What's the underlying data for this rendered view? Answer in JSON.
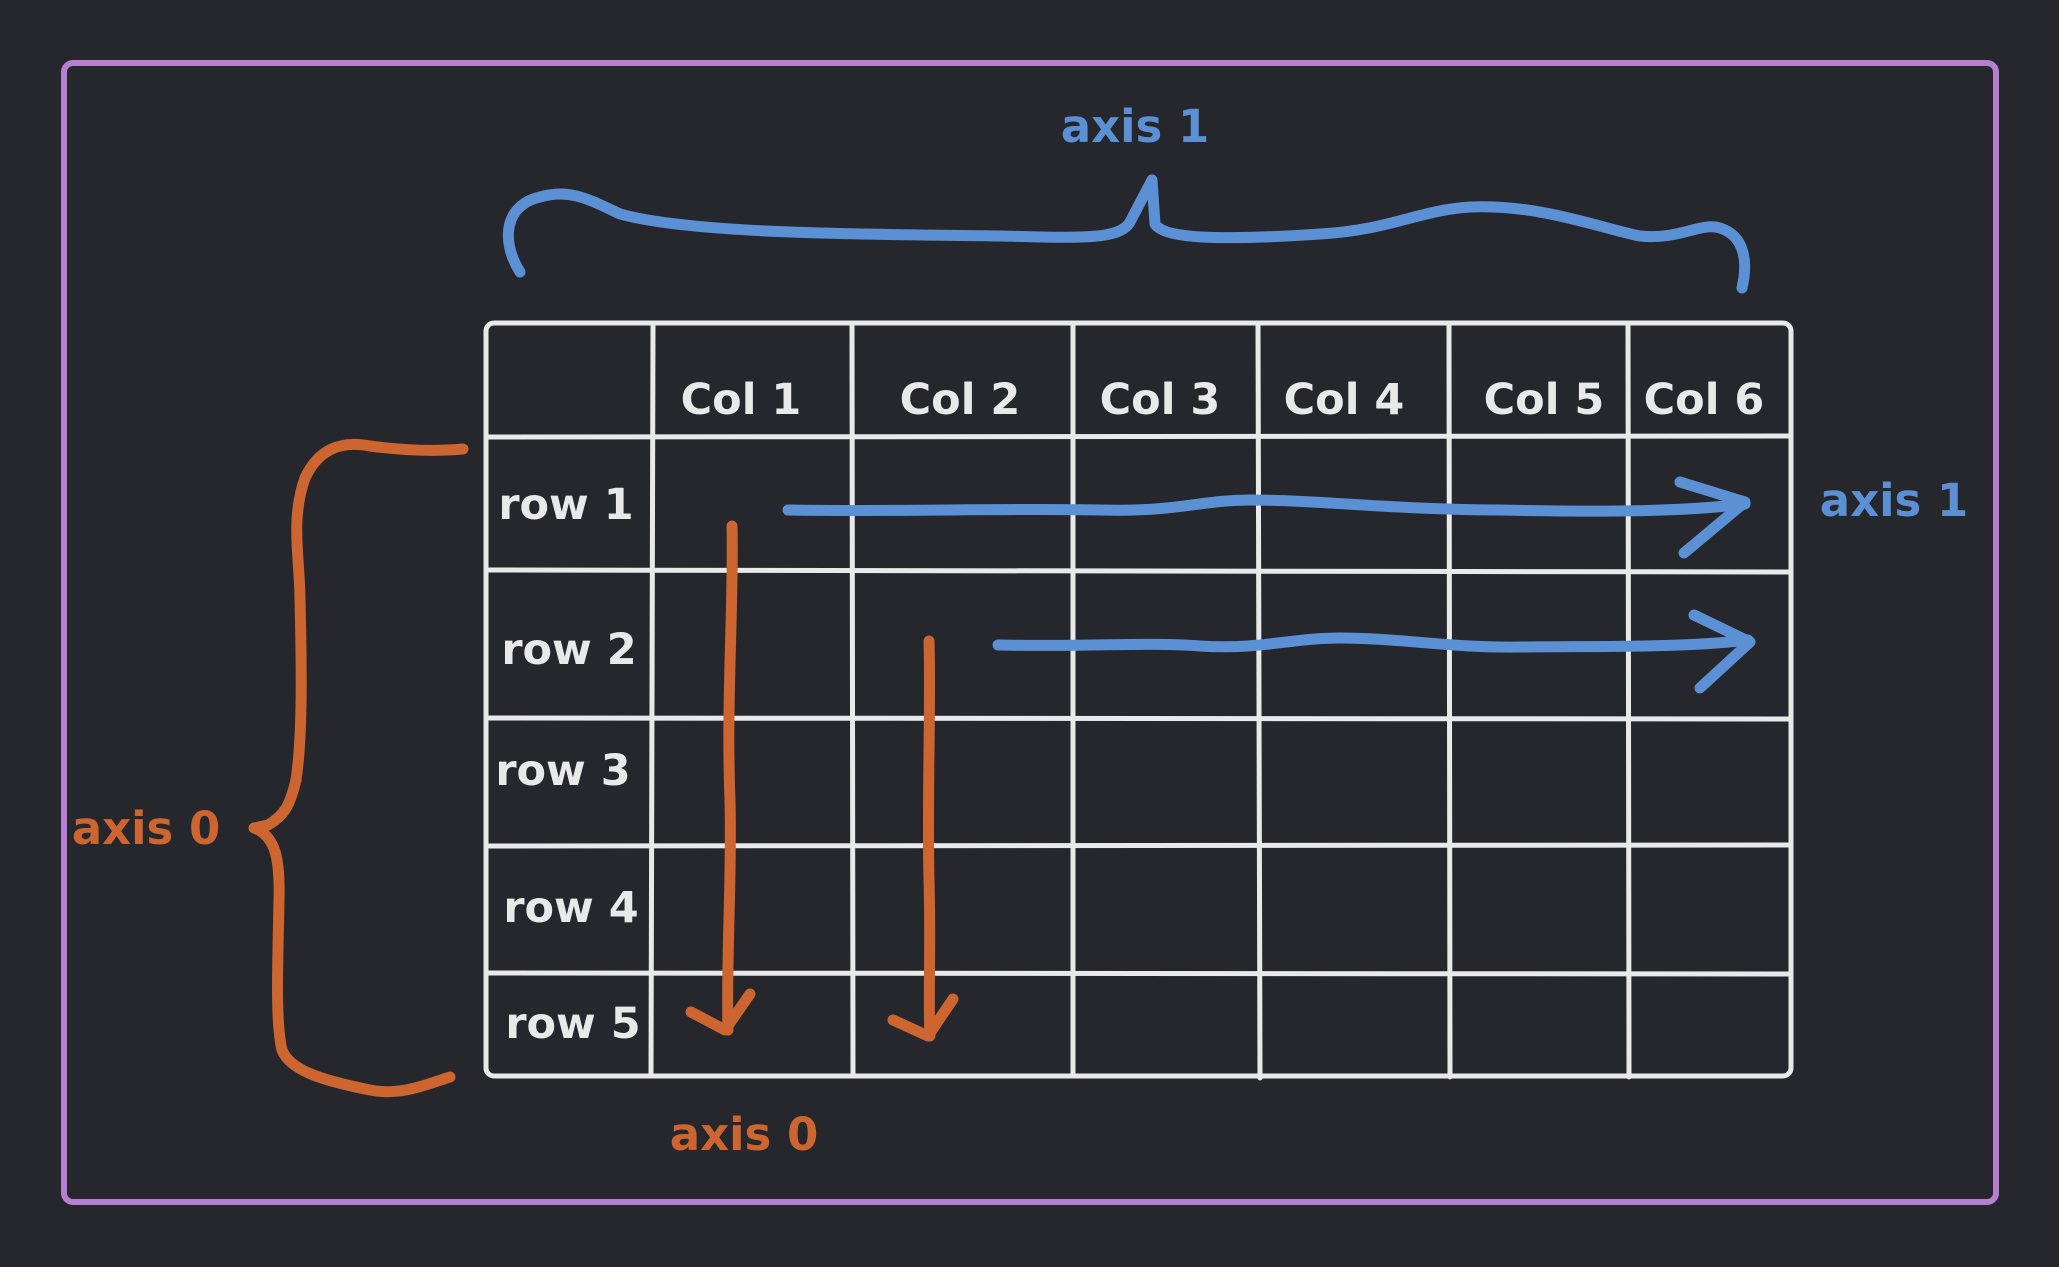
{
  "colors": {
    "background": "#26272d",
    "frame": "#b77fd0",
    "grid": "#e9e9ea",
    "axis1": "#5b91d4",
    "axis0": "#cc6530"
  },
  "table": {
    "columns": [
      "Col 1",
      "Col 2",
      "Col 3",
      "Col 4",
      "Col 5",
      "Col 6"
    ],
    "rows": [
      "row 1",
      "row 2",
      "row 3",
      "row 4",
      "row 5"
    ]
  },
  "labels": {
    "axis1_top": "axis 1",
    "axis1_right": "axis 1",
    "axis0_left": "axis 0",
    "axis0_bottom": "axis 0"
  }
}
